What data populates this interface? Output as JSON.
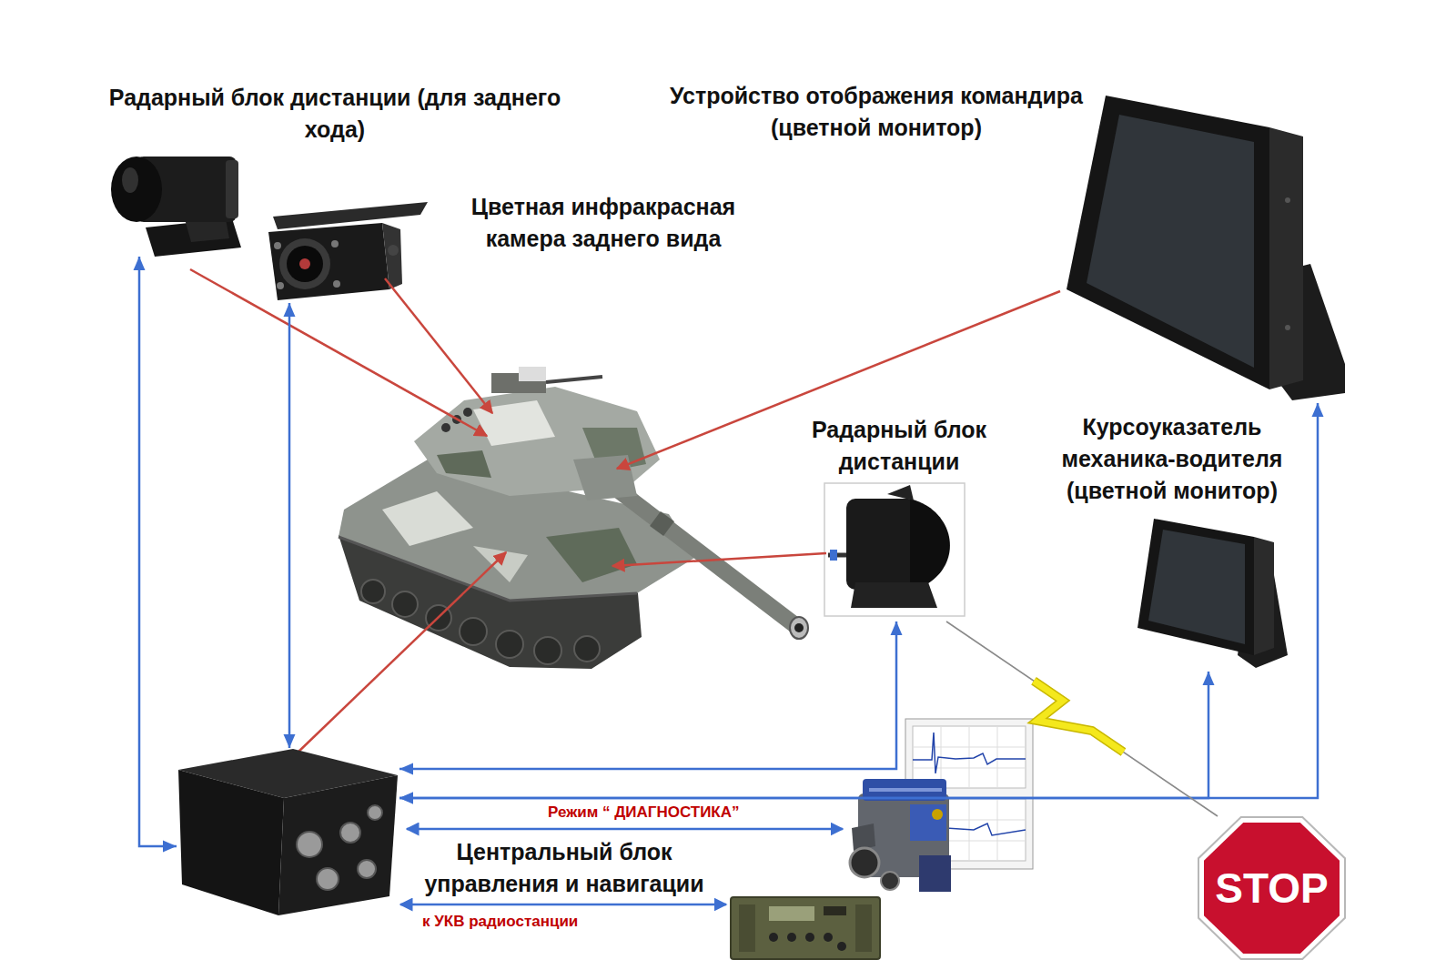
{
  "diagram": {
    "nodes": [
      {
        "text": [
          "Радарный блок дистанции (для заднего хода)"
        ]
      },
      {
        "text": [
          "Цветная инфракрасная камера заднего вида"
        ]
      },
      {
        "text": [
          "Устройство отображения командира (цветной монитор)"
        ]
      },
      {
        "text": [
          "Радарный блок дистанции"
        ]
      },
      {
        "text": [
          "Курсоуказатель механика-водителя (цветной монитор)"
        ]
      },
      {
        "text": [
          "Центральный блок управления и навигации"
        ]
      },
      {
        "text": [
          "STOP"
        ]
      }
    ],
    "edges": [
      {
        "from": 5,
        "to": 0,
        "arrow": "both"
      },
      {
        "from": 5,
        "to": 1,
        "arrow": "both"
      },
      {
        "from": 5,
        "to": 3,
        "arrow": "both"
      },
      {
        "from": 5,
        "to": 2,
        "arrow": "both"
      },
      {
        "from": 5,
        "to": 4,
        "arrow": "both"
      },
      {
        "from": 3,
        "to": 6,
        "arrow": "none"
      }
    ],
    "labels": [
      "Режим “ ДИАГНОСТИКА”",
      "к УКВ радиостанции"
    ]
  }
}
